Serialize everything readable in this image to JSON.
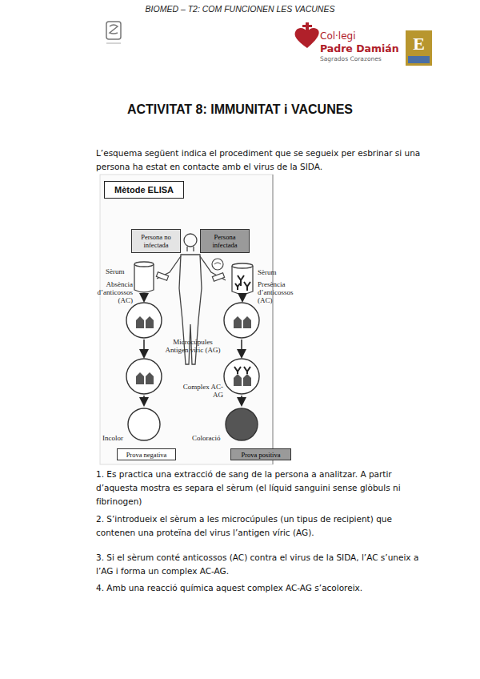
{
  "diagram": {
    "title": "ACTIVITAT 8: IMMUNITAT i VACUNES",
    "nodes": [
      {
        "text": [
          "Mètode ELISA"
        ]
      },
      {
        "text": [
          "Persona no infectada"
        ]
      },
      {
        "text": [
          "Persona infectada"
        ]
      },
      {
        "text": [
          "Prova negativa"
        ]
      },
      {
        "text": [
          "Prova positiva"
        ]
      }
    ],
    "labels": [
      "BIOMED – T2: COM FUNCIONEN LES VACUNES",
      "Col·legi",
      "Padre Damián",
      "Sagrados Corazones",
      "E",
      "L’esquema següent indica el procediment que se segueix per esbrinar si una persona ha estat en contacte amb el virus de la SIDA.",
      "Sèrum",
      "Absència d’anticossos (AC)",
      "Sèrum",
      "Presència d’anticossos (AC)",
      "Microcúpules Antigen víric (AG)",
      "Complex AC-AG",
      "Incolor",
      "Coloració",
      "1. Es practica una extracció de sang de la persona a analitzar. A partir d’aquesta mostra es separa el sèrum (el líquid sanguini sense glòbuls ni fibrinogen)",
      "2. S’introdueix el sèrum a les microcúpules (un tipus de recipient) que contenen una proteïna del virus l’antigen víric (AG).",
      "3. Si el sèrum conté anticossos (AC) contra el virus de la SIDA, l’AC s’uneix a l’AG i forma un complex AC-AG.",
      "4. Amb una reacció química aquest complex AC-AG s’acoloreix."
    ]
  }
}
